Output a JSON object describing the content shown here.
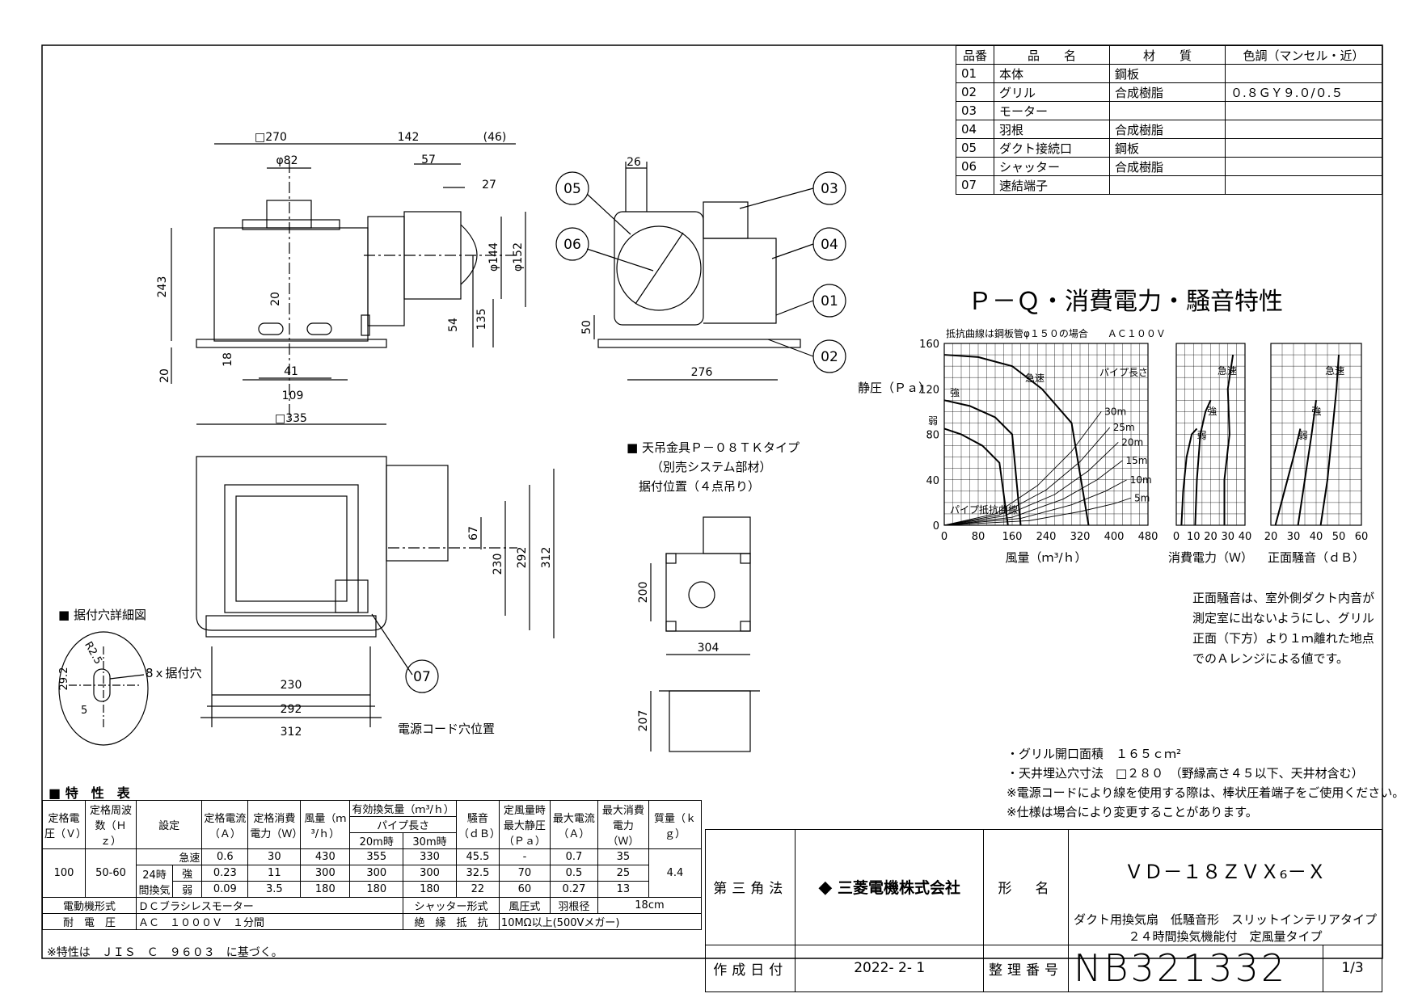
{
  "parts_table": {
    "headers": [
      "品番",
      "品　　名",
      "材　　質",
      "色調（マンセル・近）"
    ],
    "rows": [
      [
        "01",
        "本体",
        "鋼板",
        ""
      ],
      [
        "02",
        "グリル",
        "合成樹脂",
        "０.８ＧＹ９.０/０.５"
      ],
      [
        "03",
        "モーター",
        "",
        ""
      ],
      [
        "04",
        "羽根",
        "合成樹脂",
        ""
      ],
      [
        "05",
        "ダクト接続口",
        "鋼板",
        ""
      ],
      [
        "06",
        "シャッター",
        "合成樹脂",
        ""
      ],
      [
        "07",
        "速結端子",
        "",
        ""
      ]
    ]
  },
  "front_view": {
    "dims": [
      "□270",
      "142",
      "(46)",
      "φ82",
      "57",
      "27",
      "243",
      "φ144",
      "φ152",
      "20",
      "54",
      "135",
      "18",
      "41",
      "109",
      "□335",
      "20"
    ]
  },
  "side_view": {
    "dims": [
      "26",
      "50",
      "276"
    ],
    "callouts": [
      "05",
      "06",
      "03",
      "04",
      "01",
      "02"
    ]
  },
  "bottom_view": {
    "dims": [
      "67",
      "230",
      "292",
      "312",
      "230",
      "292",
      "312"
    ],
    "callouts": [
      "07"
    ],
    "cord_label": "電源コード穴位置"
  },
  "hole_detail": {
    "title": "■ 据付穴詳細図",
    "dims": [
      "29.2",
      "R2.5",
      "5"
    ],
    "hole_label": "8ｘ据付穴"
  },
  "bracket": {
    "title": "■ 天吊金具Ｐ－０８ＴＫタイプ",
    "line2": "（別売システム部材）",
    "line3": "据付位置（４点吊り）",
    "dims": [
      "200",
      "304",
      "207"
    ]
  },
  "chart_title": "Ｐ－Ｑ・消費電力・騒音特性",
  "chart_note": "抵抗曲線は鋼板管φ１５０の場合　　ＡＣ１００Ｖ",
  "chart_data": [
    {
      "type": "line",
      "title": "",
      "xlabel": "風量（ｍ³/ｈ）",
      "ylabel": "静圧（Ｐａ）",
      "xlim": [
        0,
        480
      ],
      "ylim": [
        0,
        160
      ],
      "xticks": [
        0,
        80,
        160,
        240,
        320,
        400,
        480
      ],
      "yticks": [
        0,
        40,
        80,
        120,
        160
      ],
      "grid": true,
      "series": [
        {
          "name": "急速",
          "x": [
            0,
            80,
            160,
            230,
            300,
            340
          ],
          "y": [
            150,
            148,
            140,
            120,
            90,
            0
          ]
        },
        {
          "name": "強",
          "x": [
            0,
            60,
            120,
            160,
            180
          ],
          "y": [
            110,
            105,
            95,
            80,
            0
          ]
        },
        {
          "name": "弱",
          "x": [
            0,
            40,
            90,
            130,
            150
          ],
          "y": [
            85,
            80,
            70,
            55,
            0
          ]
        }
      ],
      "resistance_curves": [
        {
          "name": "30m",
          "x": [
            0,
            120,
            220,
            300,
            370
          ],
          "y": [
            0,
            10,
            35,
            65,
            100
          ]
        },
        {
          "name": "25m",
          "x": [
            0,
            130,
            240,
            320,
            390
          ],
          "y": [
            0,
            9,
            31,
            56,
            86
          ]
        },
        {
          "name": "20m",
          "x": [
            0,
            140,
            260,
            340,
            410
          ],
          "y": [
            0,
            8,
            27,
            48,
            73
          ]
        },
        {
          "name": "15m",
          "x": [
            0,
            160,
            280,
            360,
            420
          ],
          "y": [
            0,
            7,
            23,
            40,
            57
          ]
        },
        {
          "name": "10m",
          "x": [
            0,
            180,
            300,
            380,
            430
          ],
          "y": [
            0,
            6,
            18,
            30,
            40
          ]
        },
        {
          "name": "5m",
          "x": [
            0,
            200,
            320,
            400,
            440
          ],
          "y": [
            0,
            4,
            12,
            19,
            24
          ]
        }
      ],
      "annotations": [
        "急速",
        "強",
        "弱",
        "パイプ長さ",
        "パイプ抵抗曲線"
      ]
    },
    {
      "type": "line",
      "title": "",
      "xlabel": "消費電力（Ｗ）",
      "xlim": [
        0,
        40
      ],
      "xticks": [
        0,
        10,
        20,
        30,
        40
      ],
      "series": [
        {
          "name": "急速",
          "x": [
            28,
            28,
            31,
            30,
            33
          ],
          "y": [
            0,
            40,
            80,
            120,
            150
          ]
        },
        {
          "name": "強",
          "x": [
            11,
            12,
            14,
            17,
            20
          ],
          "y": [
            0,
            40,
            80,
            100,
            110
          ]
        },
        {
          "name": "弱",
          "x": [
            3,
            4,
            6,
            9,
            12
          ],
          "y": [
            0,
            30,
            60,
            80,
            85
          ]
        }
      ],
      "annotations": [
        "急速",
        "強",
        "弱"
      ]
    },
    {
      "type": "line",
      "title": "",
      "xlabel": "正面騒音（ｄＢ）",
      "xlim": [
        20,
        60
      ],
      "xticks": [
        20,
        30,
        40,
        50,
        60
      ],
      "series": [
        {
          "name": "急速",
          "x": [
            42,
            45,
            47,
            49,
            50
          ],
          "y": [
            0,
            40,
            80,
            120,
            150
          ]
        },
        {
          "name": "強",
          "x": [
            32,
            35,
            38,
            40
          ],
          "y": [
            0,
            40,
            80,
            110
          ]
        },
        {
          "name": "弱",
          "x": [
            22,
            26,
            30,
            33
          ],
          "y": [
            0,
            30,
            60,
            85
          ]
        }
      ],
      "annotations": [
        "急速",
        "強",
        "弱"
      ]
    }
  ],
  "noise_note": [
    "正面騒音は、室外側ダクト内音が",
    "測定室に出ないようにし、グリル",
    "正面（下方）より１ｍ離れた地点",
    "でのＡレンジによる値です。"
  ],
  "notes": [
    "・グリル開口面積　１６５ｃｍ²",
    "・天井埋込穴寸法　□２８０　（野縁高さ４５以下、天井材含む）",
    "※電源コードにより線を使用する際は、棒状圧着端子をご使用ください。",
    "※仕様は場合により変更することがあります。"
  ],
  "spec_table": {
    "title": "■ 特　性　表",
    "headers": [
      "定格電圧（Ｖ）",
      "定格周波数（Ｈｚ）",
      "設定",
      "定格電流（Ａ）",
      "定格消費電力（Ｗ）",
      "風量（ｍ³/ｈ）",
      "有効換気量（ｍ³/ｈ）",
      "騒音（ｄＢ）",
      "定風量時最大静圧（Ｐａ）",
      "最大電流（Ａ）",
      "最大消費電力（Ｗ）",
      "質量（ｋｇ）"
    ],
    "sub_header": "パイプ長さ",
    "sub_cols": [
      "20m時",
      "30m時"
    ],
    "voltage": "100",
    "freq": "50-60",
    "mass": "4.4",
    "mode_group": "24時間換気",
    "rows": [
      {
        "mode": "急速",
        "current": "0.6",
        "power": "30",
        "flow": "430",
        "e20": "355",
        "e30": "330",
        "noise": "45.5",
        "static": "-",
        "maxcur": "0.7",
        "maxpow": "35"
      },
      {
        "mode": "強",
        "current": "0.23",
        "power": "11",
        "flow": "300",
        "e20": "300",
        "e30": "300",
        "noise": "32.5",
        "static": "70",
        "maxcur": "0.5",
        "maxpow": "25"
      },
      {
        "mode": "弱",
        "current": "0.09",
        "power": "3.5",
        "flow": "180",
        "e20": "180",
        "e30": "180",
        "noise": "22",
        "static": "60",
        "maxcur": "0.27",
        "maxpow": "13"
      }
    ],
    "motor_label": "電動機形式",
    "motor_value": "ＤＣブラシレスモーター",
    "shutter_label": "シャッター形式",
    "shutter_value": "風圧式",
    "blade_label": "羽根径",
    "blade_value": "18cm",
    "withstand_label": "耐　電　圧",
    "withstand_value": "ＡＣ　１０００Ｖ　１分間",
    "insulation_label": "絶　縁　抵　抗",
    "insulation_value": "10MΩ以上(500Vメガー)",
    "footer": "※特性は　ＪＩＳ　Ｃ　９６０３　に基づく。"
  },
  "title_block": {
    "projection": "第三角法",
    "company": "三菱電機株式会社",
    "model_label": "形　名",
    "model": "ＶＤ－１８ＺＶＸ₆－Ｘ",
    "desc1": "ダクト用換気扇　低騒音形　スリットインテリアタイプ",
    "desc2": "２４時間換気機能付　定風量タイプ",
    "date_label": "作成日付",
    "date": "2022- 2- 1",
    "number_label": "整理番号",
    "number": "NB321332",
    "page": "1/3"
  }
}
